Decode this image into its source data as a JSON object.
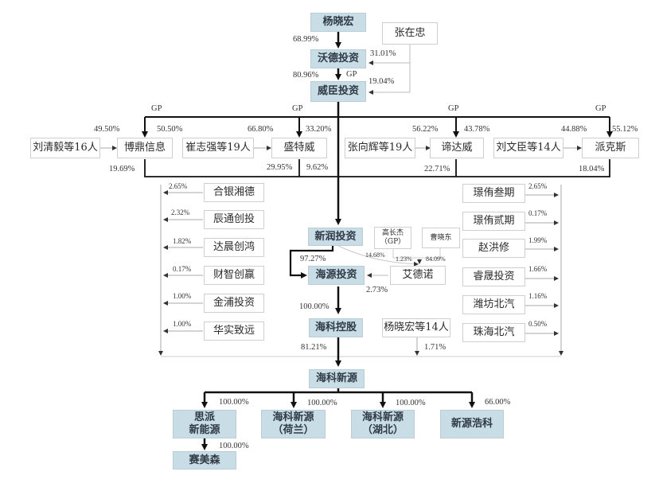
{
  "diagram": {
    "type": "equity-structure",
    "top": {
      "controller": "杨晓宏",
      "zhang": "张在忠",
      "wode": "沃德投资",
      "weichen": "威臣投资",
      "pct_yang_wode": "68.99%",
      "pct_zhang_wode": "31.01%",
      "pct_wode_weichen": "80.96%",
      "pct_zhang_weichen": "19.04%",
      "gp": "GP"
    },
    "mid_row": [
      {
        "holder": "刘清毅等16人",
        "entity": "博鼎信息",
        "holder_pct": "49.50%",
        "gp_pct": "50.50%",
        "to_xinrun_pct": "19.69%"
      },
      {
        "holder": "崔志强等19人",
        "entity": "盛特威",
        "holder_pct": "66.80%",
        "gp_pct": "33.20%",
        "to_xinrun_pct": "29.95%"
      },
      {
        "holder": "张向辉等19人",
        "entity": "谛达威",
        "holder_pct": "56.22%",
        "gp_pct": "43.78%",
        "to_xinrun_pct": "22.71%"
      },
      {
        "holder": "刘文臣等14人",
        "entity": "派克斯",
        "holder_pct": "44.88%",
        "gp_pct": "55.12%",
        "to_xinrun_pct": "18.04%"
      }
    ],
    "weichen_to_xinrun_pct": "9.62%",
    "left_investors": [
      {
        "name": "合银湘德",
        "pct": "2.65%"
      },
      {
        "name": "辰通创投",
        "pct": "2.32%"
      },
      {
        "name": "达晨创鸿",
        "pct": "1.82%"
      },
      {
        "name": "财智创赢",
        "pct": "0.17%"
      },
      {
        "name": "金浦投资",
        "pct": "1.00%"
      },
      {
        "name": "华实致远",
        "pct": "1.00%"
      }
    ],
    "right_investors": [
      {
        "name": "璟侑叁期",
        "pct": "2.65%"
      },
      {
        "name": "璟侑贰期",
        "pct": "0.17%"
      },
      {
        "name": "赵洪修",
        "pct": "1.99%"
      },
      {
        "name": "睿晟投资",
        "pct": "1.66%"
      },
      {
        "name": "潍坊北汽",
        "pct": "1.16%"
      },
      {
        "name": "珠海北汽",
        "pct": "0.50%"
      }
    ],
    "center": {
      "xinrun": "新润投资",
      "haiyuan": "海源投资",
      "haike_holding": "海科控股",
      "haike_new": "海科新源",
      "aidenuo": "艾德诺",
      "gao": "高长杰",
      "gao_gp": "（GP）",
      "cao": "曹晓东",
      "yang14": "杨晓宏等14人",
      "pct_xinrun_haiyuan": "97.27%",
      "pct_xinrun_aidenuo": "14.68%",
      "pct_gao_aidenuo": "1.23%",
      "pct_cao_aidenuo": "84.09%",
      "pct_aidenuo_haiyuan": "2.73%",
      "pct_haiyuan_holding": "100.00%",
      "pct_holding_new": "81.21%",
      "pct_yang14_new": "1.71%"
    },
    "subsidiaries": [
      {
        "line1": "思派",
        "line2": "新能源",
        "pct": "100.00%"
      },
      {
        "line1": "海科新源",
        "line2": "（荷兰）",
        "pct": "100.00%"
      },
      {
        "line1": "海科新源",
        "line2": "（湖北）",
        "pct": "100.00%"
      },
      {
        "line1": "新源浩科",
        "line2": "",
        "pct": "66.00%"
      }
    ],
    "sub_sub": {
      "name": "赛美森",
      "pct": "100.00%"
    }
  }
}
